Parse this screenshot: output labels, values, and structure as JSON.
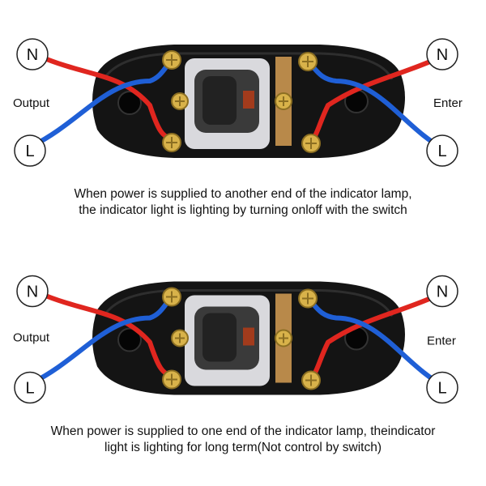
{
  "diagrams": [
    {
      "left_top_node": "N",
      "left_bottom_node": "L",
      "right_top_node": "N",
      "right_bottom_node": "L",
      "left_label": "Output",
      "right_label": "Enter",
      "caption_line1": "When power is supplied to another end of the indicator lamp,",
      "caption_line2": "the indicator light is lighting by turning onloff with the switch"
    },
    {
      "left_top_node": "N",
      "left_bottom_node": "L",
      "right_top_node": "N",
      "right_bottom_node": "L",
      "left_label": "Output",
      "right_label": "Enter",
      "caption_line1": "When power is supplied to one end of the indicator lamp, theindicator",
      "caption_line2": "light is lighting for long term(Not control by switch)"
    }
  ],
  "colors": {
    "neutral_wire": "#e0261f",
    "live_wire": "#1f5fd6",
    "switch_body": "#141414",
    "terminal": "#d8b24a"
  }
}
